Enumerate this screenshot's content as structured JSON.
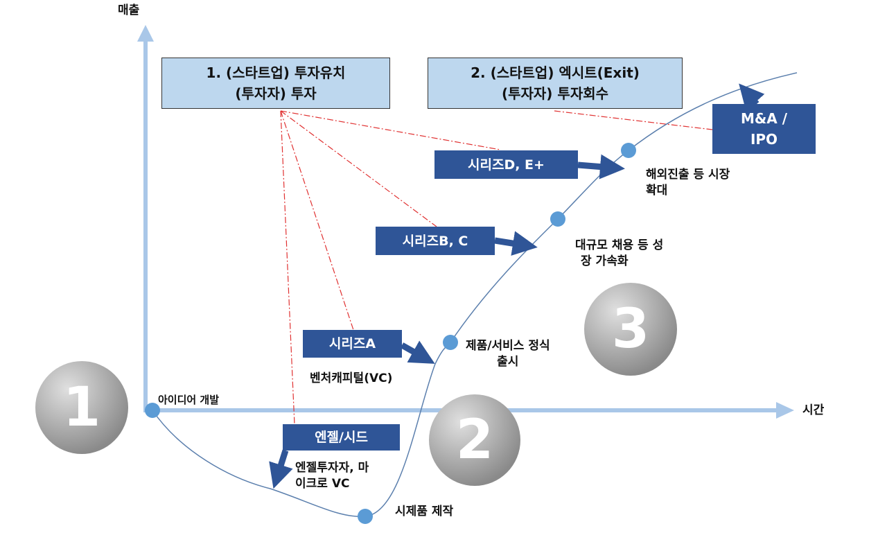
{
  "axes": {
    "y_label": "매출",
    "x_label": "시간"
  },
  "header_boxes": [
    {
      "line1": "1.   (스타트업) 투자유치",
      "line2": "(투자자) 투자"
    },
    {
      "line1": "2. (스타트업) 엑시트(Exit)",
      "line2": "(투자자) 투자회수"
    }
  ],
  "stages": {
    "angel": {
      "label": "엔젤/시드",
      "desc1": "엔젤투자자, 마",
      "desc2": "이크로 VC"
    },
    "series_a": {
      "label": "시리즈A",
      "desc": "벤처캐피털(VC)"
    },
    "series_bc": {
      "label": "시리즈B, C"
    },
    "series_de": {
      "label": "시리즈D, E+"
    },
    "exit": {
      "line1": "M&A /",
      "line2": "IPO"
    }
  },
  "milestones": {
    "idea": "아이디어 개발",
    "prototype": "시제품 제작",
    "launch1": "제품/서비스 정식",
    "launch2": "출시",
    "growth1": "대규모 채용 등 성",
    "growth2": "장 가속화",
    "expand1": "해외진출 등 시장",
    "expand2": "확대"
  },
  "phases": [
    "1",
    "2",
    "3"
  ],
  "colors": {
    "axis": "#a9c7e8",
    "curve": "#5b7fad",
    "dot": "#5b9bd5",
    "dark_box": "#2f5597",
    "light_box": "#bdd7ee",
    "guide": "#e03030"
  }
}
